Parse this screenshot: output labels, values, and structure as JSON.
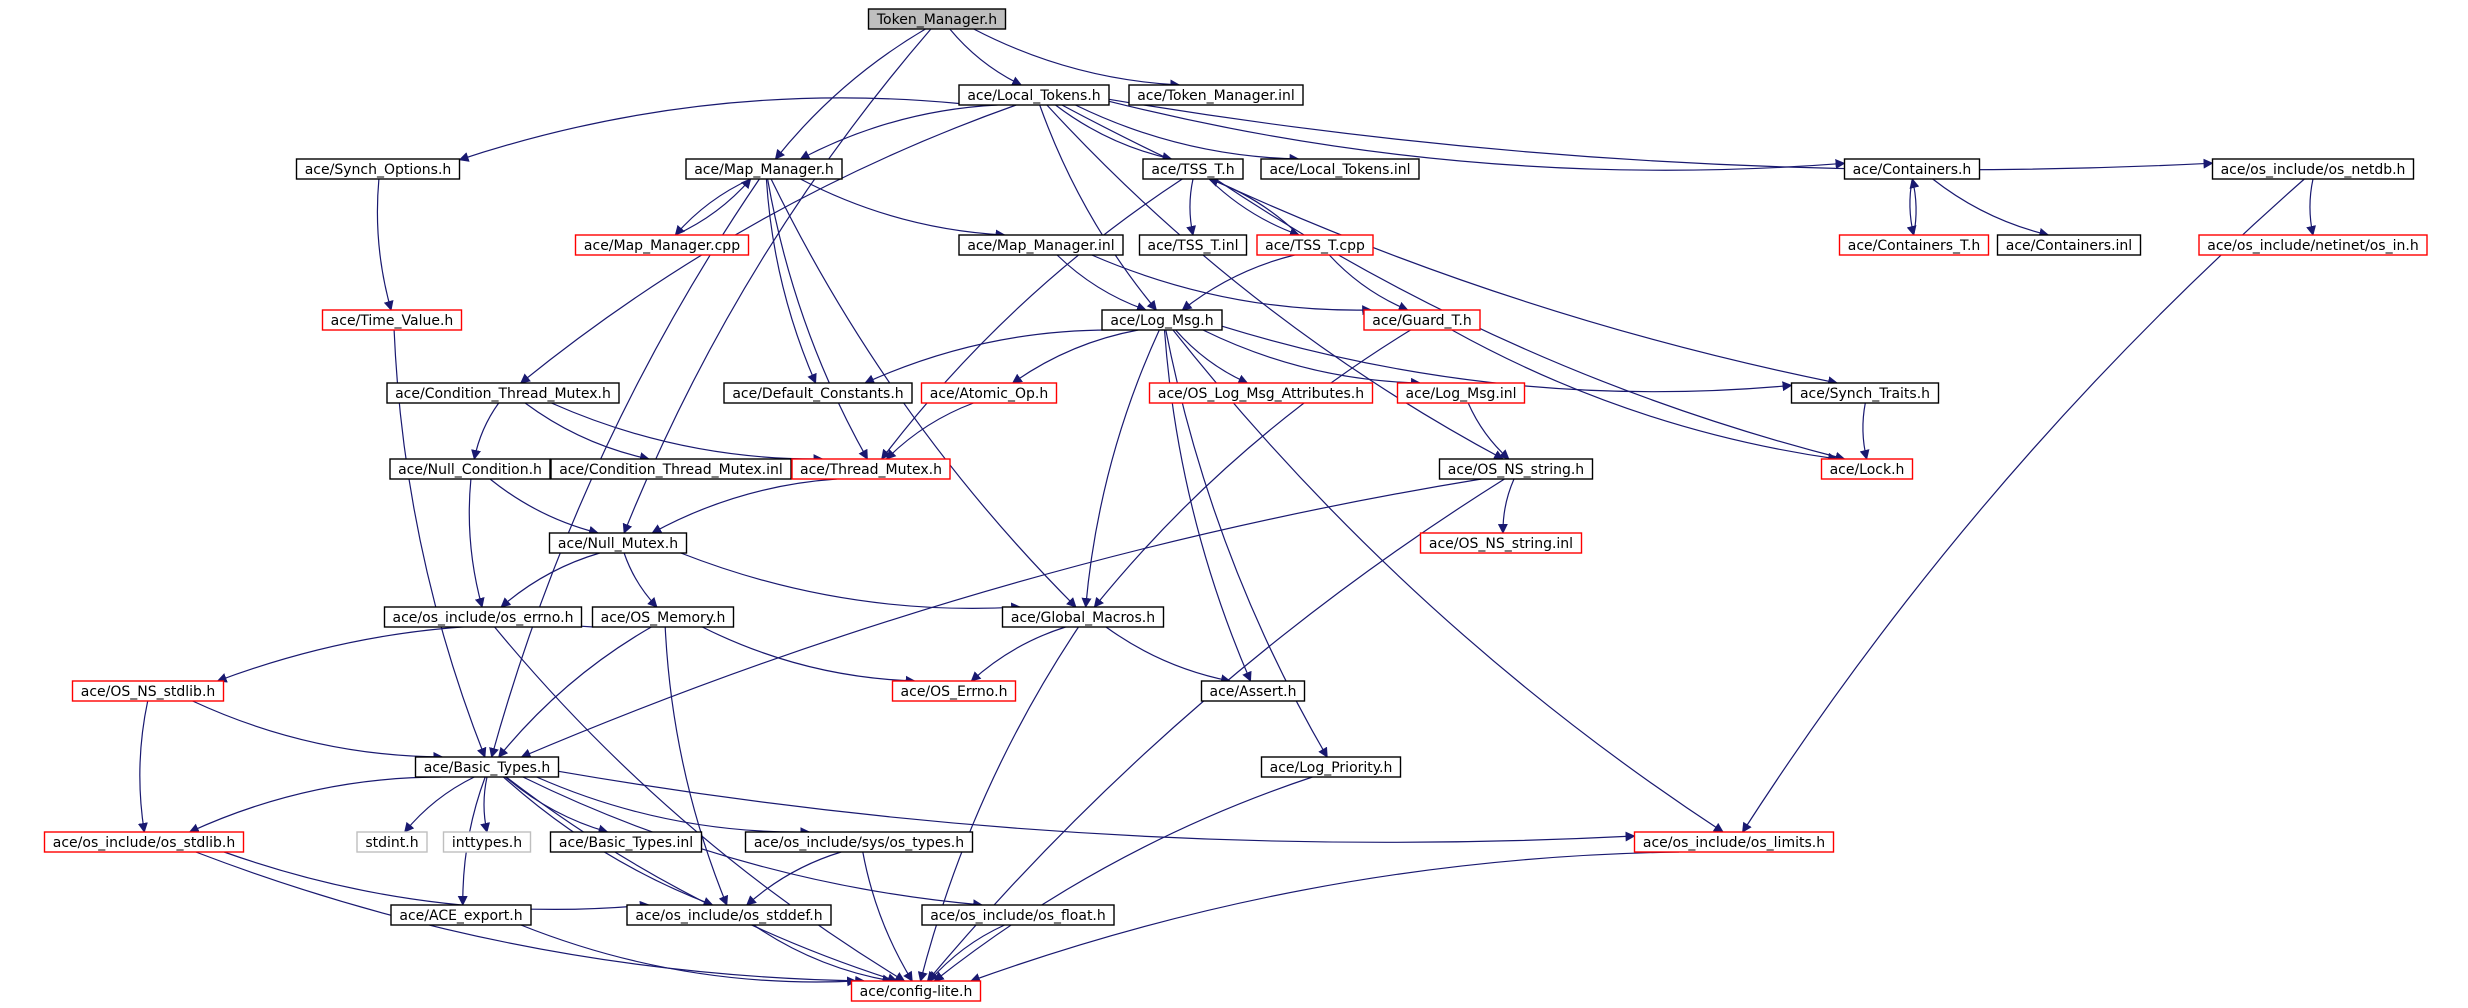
{
  "colors": {
    "edge": "#191970",
    "node_border": "#000000",
    "node_border_incomplete": "#ff0000",
    "node_border_external": "#bfbfbf",
    "current_fill": "#bfbfbf",
    "background": "#ffffff"
  },
  "nodes": [
    {
      "id": "token_manager_h",
      "label": "Token_Manager.h",
      "style": "current"
    },
    {
      "id": "local_tokens_h",
      "label": "ace/Local_Tokens.h",
      "style": "normal"
    },
    {
      "id": "token_manager_inl",
      "label": "ace/Token_Manager.inl",
      "style": "normal"
    },
    {
      "id": "synch_options_h",
      "label": "ace/Synch_Options.h",
      "style": "normal"
    },
    {
      "id": "map_manager_h",
      "label": "ace/Map_Manager.h",
      "style": "normal"
    },
    {
      "id": "tss_t_h",
      "label": "ace/TSS_T.h",
      "style": "normal"
    },
    {
      "id": "local_tokens_inl",
      "label": "ace/Local_Tokens.inl",
      "style": "normal"
    },
    {
      "id": "containers_h",
      "label": "ace/Containers.h",
      "style": "normal"
    },
    {
      "id": "os_netdb_h",
      "label": "ace/os_include/os_netdb.h",
      "style": "normal"
    },
    {
      "id": "map_manager_cpp",
      "label": "ace/Map_Manager.cpp",
      "style": "red"
    },
    {
      "id": "map_manager_inl",
      "label": "ace/Map_Manager.inl",
      "style": "normal"
    },
    {
      "id": "tss_t_inl",
      "label": "ace/TSS_T.inl",
      "style": "normal"
    },
    {
      "id": "tss_t_cpp",
      "label": "ace/TSS_T.cpp",
      "style": "red"
    },
    {
      "id": "containers_t_h",
      "label": "ace/Containers_T.h",
      "style": "red"
    },
    {
      "id": "containers_inl",
      "label": "ace/Containers.inl",
      "style": "normal"
    },
    {
      "id": "os_in_h",
      "label": "ace/os_include/netinet/os_in.h",
      "style": "red"
    },
    {
      "id": "time_value_h",
      "label": "ace/Time_Value.h",
      "style": "red"
    },
    {
      "id": "log_msg_h",
      "label": "ace/Log_Msg.h",
      "style": "normal"
    },
    {
      "id": "guard_t_h",
      "label": "ace/Guard_T.h",
      "style": "red"
    },
    {
      "id": "cond_thread_mutex_h",
      "label": "ace/Condition_Thread_Mutex.h",
      "style": "normal"
    },
    {
      "id": "default_constants_h",
      "label": "ace/Default_Constants.h",
      "style": "normal"
    },
    {
      "id": "atomic_op_h",
      "label": "ace/Atomic_Op.h",
      "style": "red"
    },
    {
      "id": "os_log_msg_attr_h",
      "label": "ace/OS_Log_Msg_Attributes.h",
      "style": "red"
    },
    {
      "id": "log_msg_inl",
      "label": "ace/Log_Msg.inl",
      "style": "red"
    },
    {
      "id": "synch_traits_h",
      "label": "ace/Synch_Traits.h",
      "style": "normal"
    },
    {
      "id": "null_condition_h",
      "label": "ace/Null_Condition.h",
      "style": "normal"
    },
    {
      "id": "cond_thread_mutex_inl",
      "label": "ace/Condition_Thread_Mutex.inl",
      "style": "normal"
    },
    {
      "id": "thread_mutex_h",
      "label": "ace/Thread_Mutex.h",
      "style": "red"
    },
    {
      "id": "os_ns_string_h",
      "label": "ace/OS_NS_string.h",
      "style": "normal"
    },
    {
      "id": "lock_h",
      "label": "ace/Lock.h",
      "style": "red"
    },
    {
      "id": "null_mutex_h",
      "label": "ace/Null_Mutex.h",
      "style": "normal"
    },
    {
      "id": "os_ns_string_inl",
      "label": "ace/OS_NS_string.inl",
      "style": "red"
    },
    {
      "id": "os_errno_h",
      "label": "ace/os_include/os_errno.h",
      "style": "normal"
    },
    {
      "id": "os_memory_h",
      "label": "ace/OS_Memory.h",
      "style": "normal"
    },
    {
      "id": "global_macros_h",
      "label": "ace/Global_Macros.h",
      "style": "normal"
    },
    {
      "id": "os_ns_stdlib_h",
      "label": "ace/OS_NS_stdlib.h",
      "style": "red"
    },
    {
      "id": "os_errno_cap_h",
      "label": "ace/OS_Errno.h",
      "style": "red"
    },
    {
      "id": "assert_h",
      "label": "ace/Assert.h",
      "style": "normal"
    },
    {
      "id": "basic_types_h",
      "label": "ace/Basic_Types.h",
      "style": "normal"
    },
    {
      "id": "log_priority_h",
      "label": "ace/Log_Priority.h",
      "style": "normal"
    },
    {
      "id": "os_stdlib_h",
      "label": "ace/os_include/os_stdlib.h",
      "style": "red"
    },
    {
      "id": "stdint_h",
      "label": "stdint.h",
      "style": "grey"
    },
    {
      "id": "inttypes_h",
      "label": "inttypes.h",
      "style": "grey"
    },
    {
      "id": "basic_types_inl",
      "label": "ace/Basic_Types.inl",
      "style": "normal"
    },
    {
      "id": "os_types_h",
      "label": "ace/os_include/sys/os_types.h",
      "style": "normal"
    },
    {
      "id": "os_limits_h",
      "label": "ace/os_include/os_limits.h",
      "style": "red"
    },
    {
      "id": "ace_export_h",
      "label": "ace/ACE_export.h",
      "style": "normal"
    },
    {
      "id": "os_stddef_h",
      "label": "ace/os_include/os_stddef.h",
      "style": "normal"
    },
    {
      "id": "os_float_h",
      "label": "ace/os_include/os_float.h",
      "style": "normal"
    },
    {
      "id": "config_lite_h",
      "label": "ace/config-lite.h",
      "style": "red"
    }
  ],
  "edges": [
    [
      "token_manager_h",
      "local_tokens_h"
    ],
    [
      "token_manager_h",
      "token_manager_inl"
    ],
    [
      "token_manager_h",
      "map_manager_h"
    ],
    [
      "token_manager_h",
      "null_mutex_h"
    ],
    [
      "local_tokens_h",
      "synch_options_h"
    ],
    [
      "local_tokens_h",
      "map_manager_h"
    ],
    [
      "local_tokens_h",
      "tss_t_h"
    ],
    [
      "local_tokens_h",
      "local_tokens_inl"
    ],
    [
      "local_tokens_h",
      "containers_h"
    ],
    [
      "local_tokens_h",
      "os_netdb_h"
    ],
    [
      "local_tokens_h",
      "cond_thread_mutex_h"
    ],
    [
      "local_tokens_h",
      "log_msg_h"
    ],
    [
      "local_tokens_h",
      "os_ns_string_h"
    ],
    [
      "local_tokens_h",
      "synch_traits_h"
    ],
    [
      "synch_options_h",
      "time_value_h"
    ],
    [
      "time_value_h",
      "basic_types_h"
    ],
    [
      "map_manager_h",
      "map_manager_cpp"
    ],
    [
      "map_manager_cpp",
      "map_manager_h"
    ],
    [
      "map_manager_h",
      "map_manager_inl"
    ],
    [
      "map_manager_h",
      "default_constants_h"
    ],
    [
      "map_manager_h",
      "thread_mutex_h"
    ],
    [
      "map_manager_h",
      "global_macros_h"
    ],
    [
      "map_manager_h",
      "basic_types_h"
    ],
    [
      "map_manager_inl",
      "log_msg_h"
    ],
    [
      "map_manager_inl",
      "guard_t_h"
    ],
    [
      "tss_t_h",
      "tss_t_inl"
    ],
    [
      "tss_t_h",
      "tss_t_cpp"
    ],
    [
      "tss_t_cpp",
      "tss_t_h"
    ],
    [
      "tss_t_h",
      "lock_h"
    ],
    [
      "tss_t_h",
      "thread_mutex_h"
    ],
    [
      "tss_t_cpp",
      "log_msg_h"
    ],
    [
      "tss_t_cpp",
      "guard_t_h"
    ],
    [
      "containers_h",
      "containers_t_h"
    ],
    [
      "containers_t_h",
      "containers_h"
    ],
    [
      "containers_h",
      "containers_inl"
    ],
    [
      "os_netdb_h",
      "os_in_h"
    ],
    [
      "os_netdb_h",
      "os_limits_h"
    ],
    [
      "guard_t_h",
      "lock_h"
    ],
    [
      "guard_t_h",
      "global_macros_h"
    ],
    [
      "log_msg_h",
      "default_constants_h"
    ],
    [
      "log_msg_h",
      "atomic_op_h"
    ],
    [
      "log_msg_h",
      "os_log_msg_attr_h"
    ],
    [
      "log_msg_h",
      "log_msg_inl"
    ],
    [
      "log_msg_h",
      "synch_traits_h"
    ],
    [
      "log_msg_h",
      "global_macros_h"
    ],
    [
      "log_msg_h",
      "assert_h"
    ],
    [
      "log_msg_h",
      "log_priority_h"
    ],
    [
      "log_msg_h",
      "os_limits_h"
    ],
    [
      "atomic_op_h",
      "thread_mutex_h"
    ],
    [
      "log_msg_inl",
      "os_ns_string_h"
    ],
    [
      "synch_traits_h",
      "lock_h"
    ],
    [
      "cond_thread_mutex_h",
      "null_condition_h"
    ],
    [
      "cond_thread_mutex_h",
      "cond_thread_mutex_inl"
    ],
    [
      "cond_thread_mutex_h",
      "thread_mutex_h"
    ],
    [
      "null_condition_h",
      "null_mutex_h"
    ],
    [
      "null_condition_h",
      "os_errno_h"
    ],
    [
      "thread_mutex_h",
      "null_mutex_h"
    ],
    [
      "os_ns_string_h",
      "os_ns_string_inl"
    ],
    [
      "os_ns_string_h",
      "basic_types_h"
    ],
    [
      "os_ns_string_h",
      "config_lite_h"
    ],
    [
      "null_mutex_h",
      "os_errno_h"
    ],
    [
      "null_mutex_h",
      "os_memory_h"
    ],
    [
      "null_mutex_h",
      "global_macros_h"
    ],
    [
      "os_errno_h",
      "config_lite_h"
    ],
    [
      "os_memory_h",
      "os_ns_stdlib_h"
    ],
    [
      "os_memory_h",
      "os_errno_cap_h"
    ],
    [
      "os_memory_h",
      "basic_types_h"
    ],
    [
      "os_memory_h",
      "os_stddef_h"
    ],
    [
      "global_macros_h",
      "os_errno_cap_h"
    ],
    [
      "global_macros_h",
      "assert_h"
    ],
    [
      "global_macros_h",
      "config_lite_h"
    ],
    [
      "os_ns_stdlib_h",
      "basic_types_h"
    ],
    [
      "os_ns_stdlib_h",
      "os_stdlib_h"
    ],
    [
      "basic_types_h",
      "os_stdlib_h"
    ],
    [
      "basic_types_h",
      "stdint_h"
    ],
    [
      "basic_types_h",
      "inttypes_h"
    ],
    [
      "basic_types_h",
      "basic_types_inl"
    ],
    [
      "basic_types_h",
      "os_types_h"
    ],
    [
      "basic_types_h",
      "os_limits_h"
    ],
    [
      "basic_types_h",
      "ace_export_h"
    ],
    [
      "basic_types_h",
      "os_stddef_h"
    ],
    [
      "basic_types_h",
      "os_float_h"
    ],
    [
      "basic_types_h",
      "config_lite_h"
    ],
    [
      "log_priority_h",
      "config_lite_h"
    ],
    [
      "os_stdlib_h",
      "os_stddef_h"
    ],
    [
      "os_stdlib_h",
      "config_lite_h"
    ],
    [
      "os_types_h",
      "os_stddef_h"
    ],
    [
      "os_types_h",
      "config_lite_h"
    ],
    [
      "os_limits_h",
      "config_lite_h"
    ],
    [
      "ace_export_h",
      "config_lite_h"
    ],
    [
      "os_stddef_h",
      "config_lite_h"
    ],
    [
      "os_float_h",
      "config_lite_h"
    ]
  ]
}
